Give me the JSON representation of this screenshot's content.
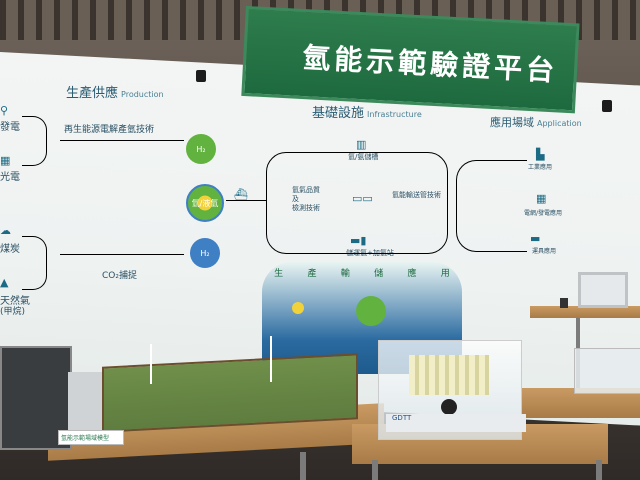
{
  "banner": {
    "title": "氫能示範驗證平台"
  },
  "sections": {
    "production": {
      "zh": "生產供應",
      "en": "Production"
    },
    "infrastructure": {
      "zh": "基礎設施",
      "en": "Infrastructure"
    },
    "application": {
      "zh": "應用場域",
      "en": "Application"
    }
  },
  "left_labels": {
    "power": "發電",
    "solar": "光電",
    "coal": "煤炭",
    "gas": "天然氣",
    "gas_note": "(甲烷)"
  },
  "process": {
    "renewable": "再生能源電解產氫技術",
    "co2": "CO₂捕捉",
    "storage_node": "氫/液氫",
    "transport": "氫/氨儲槽",
    "quality": "氫氣品質\n及\n檢測技術",
    "pipeline": "氫能輸送管技術",
    "station": "儲運氫+加氫站"
  },
  "applications": {
    "a1": "工業應用",
    "a2": "電網/發電應用",
    "a3": "運具應用"
  },
  "chain": {
    "t1": "生",
    "t2": "產",
    "t3": "輸",
    "t4": "儲",
    "t5": "應",
    "t6": "用"
  },
  "plaque": {
    "text": "氫能示範場域模型"
  },
  "model_brand": {
    "text": "GDTT"
  },
  "colors": {
    "banner": "#1e6a3f",
    "accent_green": "#62b23f",
    "accent_blue": "#3f7fc4",
    "line": "#2b6a86"
  }
}
